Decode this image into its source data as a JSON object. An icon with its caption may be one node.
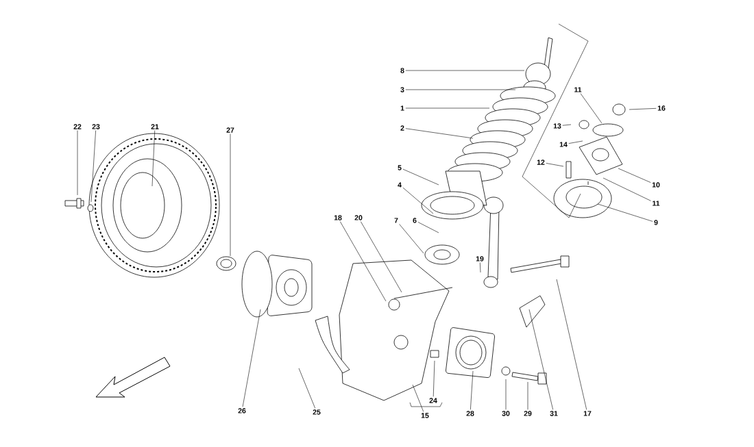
{
  "diagram": {
    "nodes": [
      {
        "text": [
          "8"
        ]
      },
      {
        "text": [
          "3"
        ]
      },
      {
        "text": [
          "11"
        ]
      },
      {
        "text": [
          "1"
        ]
      },
      {
        "text": [
          "16"
        ]
      },
      {
        "text": [
          "22"
        ]
      },
      {
        "text": [
          "23"
        ]
      },
      {
        "text": [
          "21"
        ]
      },
      {
        "text": [
          "2"
        ]
      },
      {
        "text": [
          "13"
        ]
      },
      {
        "text": [
          "27"
        ]
      },
      {
        "text": [
          "14"
        ]
      },
      {
        "text": [
          "12"
        ]
      },
      {
        "text": [
          "5"
        ]
      },
      {
        "text": [
          "4"
        ]
      },
      {
        "text": [
          "10"
        ]
      },
      {
        "text": [
          "11"
        ]
      },
      {
        "text": [
          "18"
        ]
      },
      {
        "text": [
          "20"
        ]
      },
      {
        "text": [
          "7"
        ]
      },
      {
        "text": [
          "6"
        ]
      },
      {
        "text": [
          "9"
        ]
      },
      {
        "text": [
          "19"
        ]
      },
      {
        "text": [
          "24"
        ]
      },
      {
        "text": [
          "26"
        ]
      },
      {
        "text": [
          "25"
        ]
      },
      {
        "text": [
          "28"
        ]
      },
      {
        "text": [
          "30"
        ]
      },
      {
        "text": [
          "29"
        ]
      },
      {
        "text": [
          "31"
        ]
      },
      {
        "text": [
          "17"
        ]
      },
      {
        "text": [
          "15"
        ]
      }
    ],
    "edges": [
      {
        "from": 0,
        "to": null,
        "arrow": "none"
      },
      {
        "from": 1,
        "to": null,
        "arrow": "none"
      },
      {
        "from": 2,
        "to": null,
        "arrow": "none"
      },
      {
        "from": 3,
        "to": null,
        "arrow": "none"
      },
      {
        "from": 4,
        "to": null,
        "arrow": "none"
      },
      {
        "from": 5,
        "to": null,
        "arrow": "none"
      },
      {
        "from": 6,
        "to": null,
        "arrow": "none"
      },
      {
        "from": 7,
        "to": null,
        "arrow": "none"
      },
      {
        "from": 8,
        "to": null,
        "arrow": "none"
      },
      {
        "from": 9,
        "to": null,
        "arrow": "none"
      },
      {
        "from": 10,
        "to": null,
        "arrow": "none"
      },
      {
        "from": 11,
        "to": null,
        "arrow": "none"
      },
      {
        "from": 12,
        "to": null,
        "arrow": "none"
      },
      {
        "from": 13,
        "to": null,
        "arrow": "none"
      },
      {
        "from": 14,
        "to": null,
        "arrow": "none"
      },
      {
        "from": 15,
        "to": null,
        "arrow": "none"
      },
      {
        "from": 16,
        "to": null,
        "arrow": "none"
      },
      {
        "from": 17,
        "to": null,
        "arrow": "none"
      },
      {
        "from": 18,
        "to": null,
        "arrow": "none"
      },
      {
        "from": 19,
        "to": null,
        "arrow": "none"
      },
      {
        "from": 20,
        "to": null,
        "arrow": "none"
      },
      {
        "from": 21,
        "to": null,
        "arrow": "none"
      },
      {
        "from": 22,
        "to": null,
        "arrow": "none"
      },
      {
        "from": 23,
        "to": null,
        "arrow": "none"
      },
      {
        "from": 24,
        "to": null,
        "arrow": "none"
      },
      {
        "from": 25,
        "to": null,
        "arrow": "none"
      },
      {
        "from": 26,
        "to": null,
        "arrow": "none"
      },
      {
        "from": 27,
        "to": null,
        "arrow": "none"
      },
      {
        "from": 28,
        "to": null,
        "arrow": "none"
      },
      {
        "from": 29,
        "to": null,
        "arrow": "none"
      },
      {
        "from": 30,
        "to": null,
        "arrow": "none"
      },
      {
        "from": 31,
        "to": null,
        "arrow": "none"
      }
    ]
  }
}
